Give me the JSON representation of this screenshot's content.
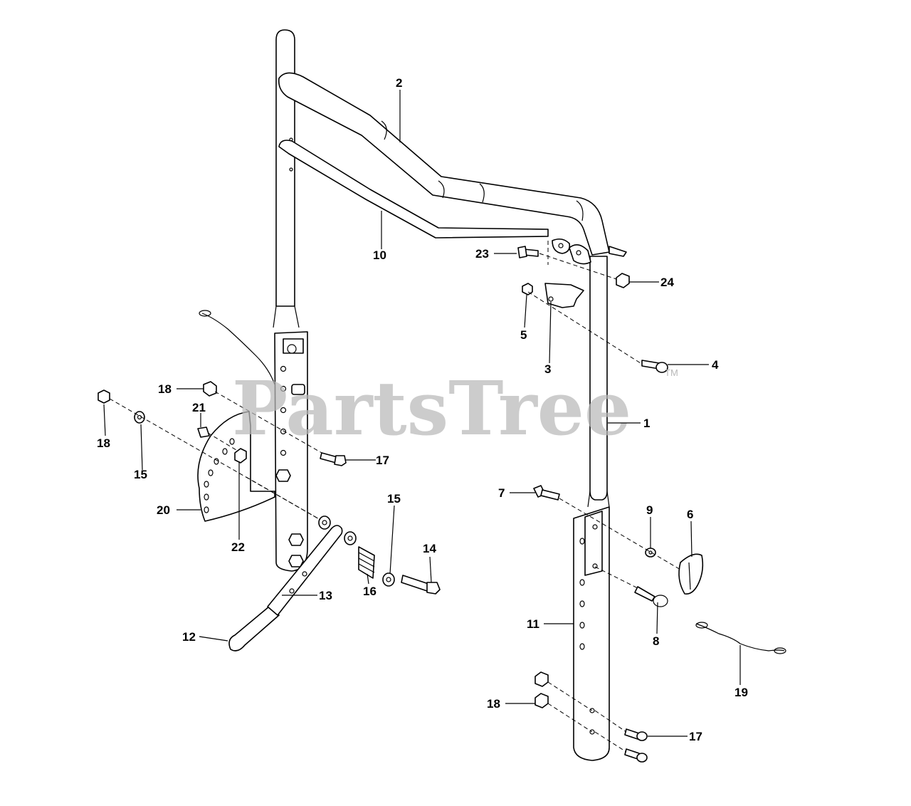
{
  "watermark": {
    "text": "PartsTree",
    "trademark": "TM"
  },
  "callouts": [
    {
      "id": "c1",
      "label": "1"
    },
    {
      "id": "c2",
      "label": "2"
    },
    {
      "id": "c3",
      "label": "3"
    },
    {
      "id": "c4",
      "label": "4"
    },
    {
      "id": "c5",
      "label": "5"
    },
    {
      "id": "c6",
      "label": "6"
    },
    {
      "id": "c7",
      "label": "7"
    },
    {
      "id": "c8",
      "label": "8"
    },
    {
      "id": "c9",
      "label": "9"
    },
    {
      "id": "c10",
      "label": "10"
    },
    {
      "id": "c11",
      "label": "11"
    },
    {
      "id": "c12",
      "label": "12"
    },
    {
      "id": "c13",
      "label": "13"
    },
    {
      "id": "c14",
      "label": "14"
    },
    {
      "id": "c15a",
      "label": "15"
    },
    {
      "id": "c15b",
      "label": "15"
    },
    {
      "id": "c16",
      "label": "16"
    },
    {
      "id": "c17a",
      "label": "17"
    },
    {
      "id": "c17b",
      "label": "17"
    },
    {
      "id": "c18a",
      "label": "18"
    },
    {
      "id": "c18b",
      "label": "18"
    },
    {
      "id": "c18c",
      "label": "18"
    },
    {
      "id": "c19",
      "label": "19"
    },
    {
      "id": "c20",
      "label": "20"
    },
    {
      "id": "c21",
      "label": "21"
    },
    {
      "id": "c22",
      "label": "22"
    },
    {
      "id": "c23",
      "label": "23"
    },
    {
      "id": "c24",
      "label": "24"
    }
  ]
}
